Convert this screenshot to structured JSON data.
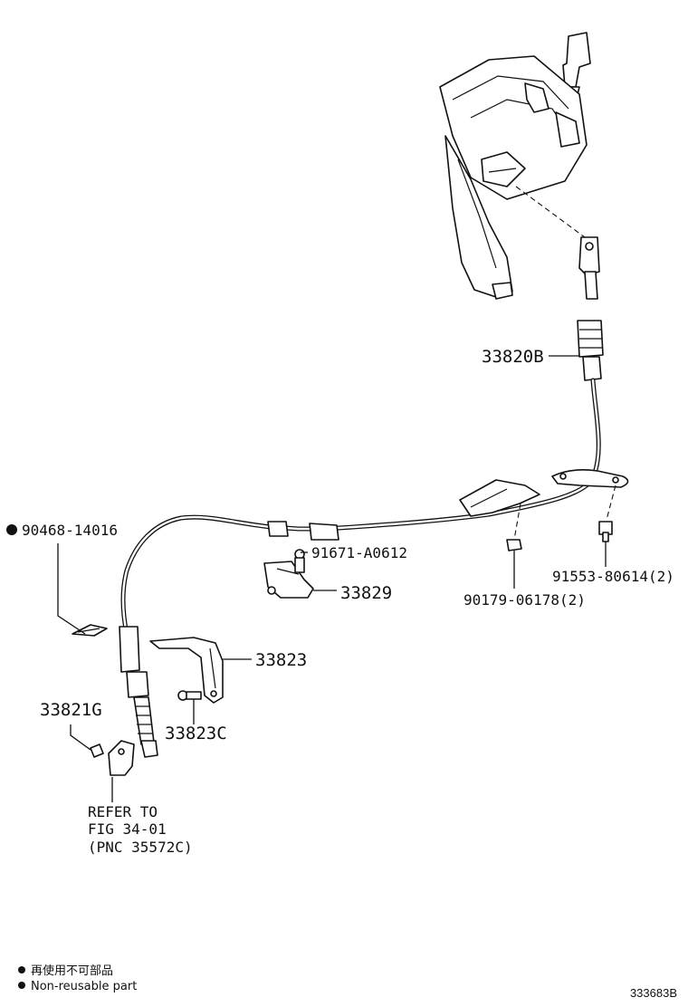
{
  "parts": {
    "p33820B": "33820B",
    "p90468": "90468-14016",
    "p91671": "91671-A0612",
    "p33829": "33829",
    "p90179": "90179-06178(2)",
    "p91553": "91553-80614(2)",
    "p33823": "33823",
    "p33821G": "33821G",
    "p33823C": "33823C"
  },
  "reference": {
    "line1": "REFER TO",
    "line2": "FIG 34-01",
    "line3": "(PNC 35572C)"
  },
  "legend": {
    "japanese": "再使用不可部品",
    "english": "Non-reusable part"
  },
  "diagram_code": "333683B"
}
